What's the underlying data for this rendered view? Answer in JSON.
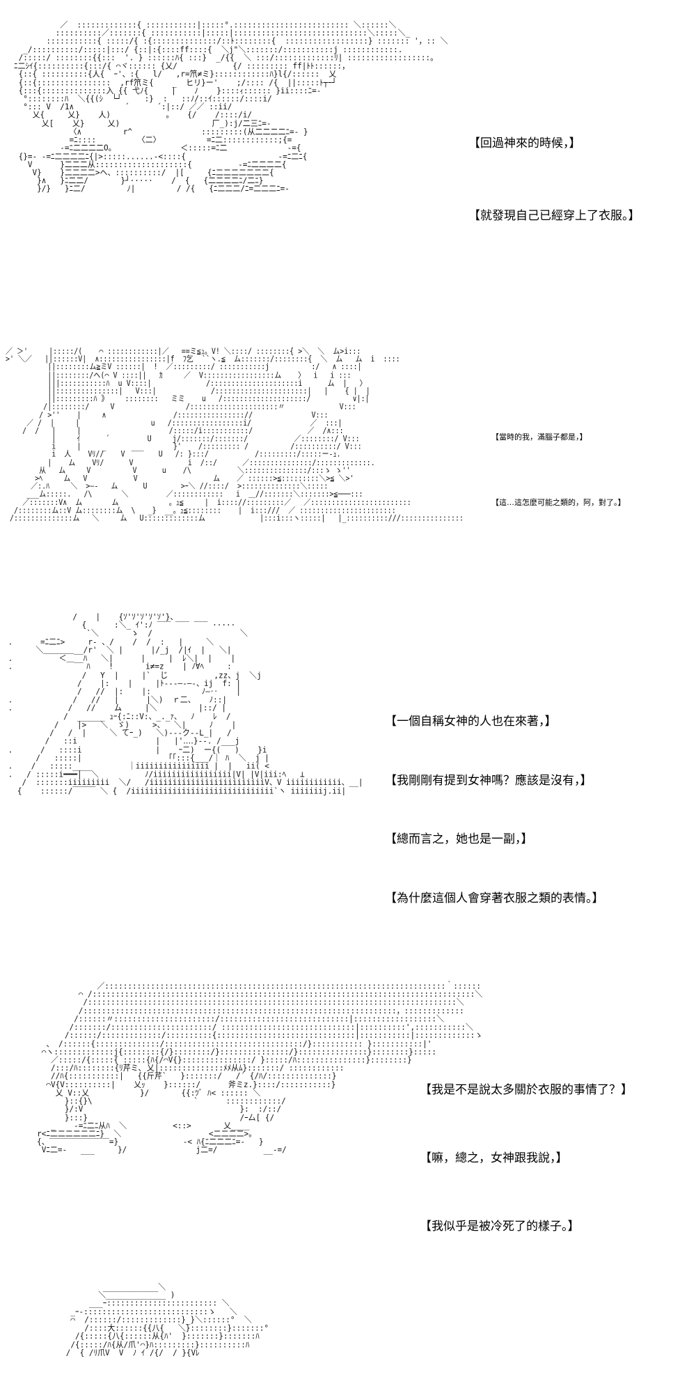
{
  "panels": [
    {
      "captions": [
        "【回過神來的時候，】",
        "【就發現自己已經穿上了衣服。】"
      ]
    },
    {
      "captions": [
        "【當時的我，滿腦子都是，】",
        "【這…這怎麼可能之類的，阿，對了。】"
      ]
    },
    {
      "captions": [
        "【一個自稱女神的人也在來著，】",
        "【我剛剛有提到女神嗎？應該是沒有，】",
        "【總而言之，她也是一副，】",
        "【為什麼這個人會穿著衣服之類的表情。】"
      ]
    },
    {
      "captions": [
        "【我是不是說太多關於衣服的事情了？】",
        "【嘛，總之，女神跟我說，】",
        "【我似乎是被冷死了的樣子。】"
      ]
    }
  ]
}
